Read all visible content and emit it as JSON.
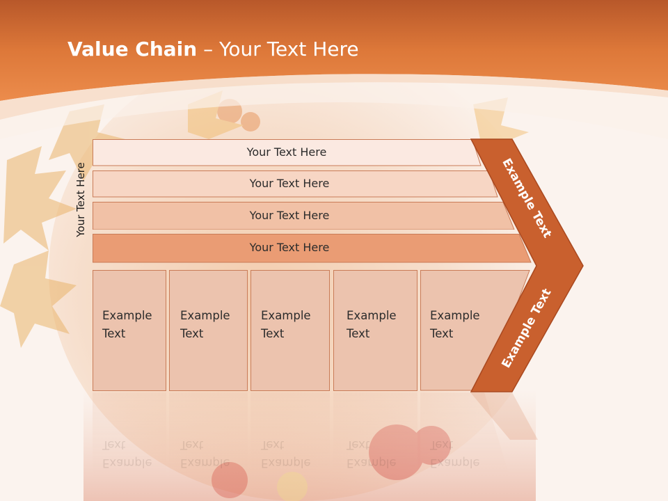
{
  "title": {
    "bold": "Value Chain",
    "rest": " – Your Text Here"
  },
  "side_label": "Your Text Here",
  "bars": [
    {
      "label": "Your Text Here"
    },
    {
      "label": "Your Text Here"
    },
    {
      "label": "Your Text Here"
    },
    {
      "label": "Your Text Here"
    }
  ],
  "boxes": [
    {
      "line1": "Example",
      "line2": "Text"
    },
    {
      "line1": "Example",
      "line2": "Text"
    },
    {
      "line1": "Example",
      "line2": "Text"
    },
    {
      "line1": "Example",
      "line2": "Text"
    },
    {
      "line1": "Example",
      "line2": "Text"
    }
  ],
  "chevron": {
    "upper_label": "Example Text",
    "lower_label": "Example Text"
  },
  "colors": {
    "header": "#e07a3c",
    "chevron": "#c9602e",
    "bar1": "#fbe9e1",
    "bar2": "#f6d5c3",
    "bar3": "#f0c0a4",
    "bar4": "#e99a72",
    "box": "#ecc3ae"
  }
}
